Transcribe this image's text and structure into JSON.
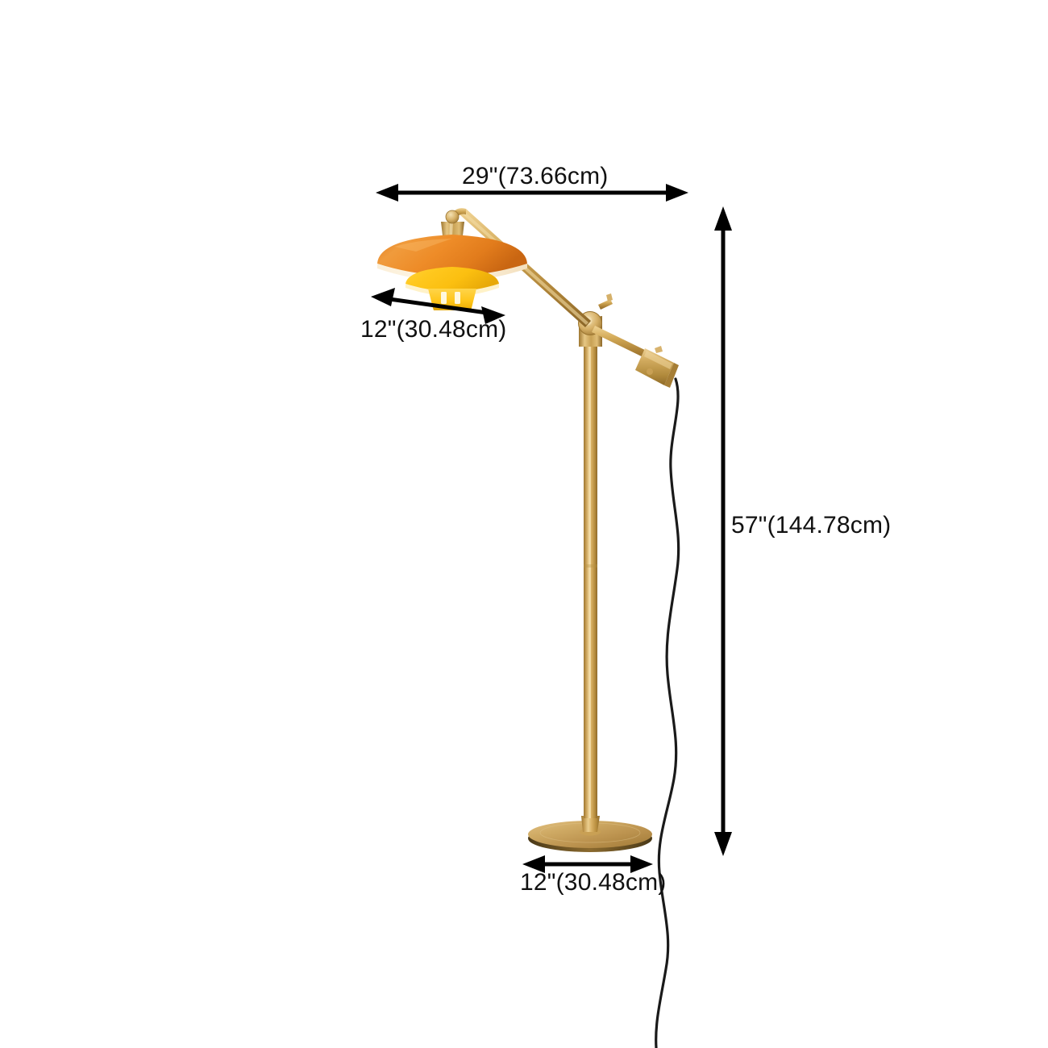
{
  "product": {
    "name": "adjustable-swing-arm-floor-lamp",
    "shade_top_color": "#E8822A",
    "shade_mid_color": "#FFC81E",
    "shade_bottom_color": "#FFC81E",
    "metal_color": "#C9A054",
    "cord_color": "#1A1A1A",
    "background_color": "#FFFFFF"
  },
  "dimensions": {
    "arm_reach": {
      "label": "29\"(73.66cm)",
      "inches": 29,
      "cm": 73.66,
      "orientation": "horizontal"
    },
    "shade_diameter": {
      "label": "12\"(30.48cm)",
      "inches": 12,
      "cm": 30.48,
      "orientation": "diagonal"
    },
    "overall_height": {
      "label": "57\"(144.78cm)",
      "inches": 57,
      "cm": 144.78,
      "orientation": "vertical"
    },
    "base_diameter": {
      "label": "12\"(30.48cm)",
      "inches": 12,
      "cm": 30.48,
      "orientation": "horizontal"
    }
  },
  "annotation": {
    "line_color": "#000000",
    "text_color": "#111111"
  }
}
